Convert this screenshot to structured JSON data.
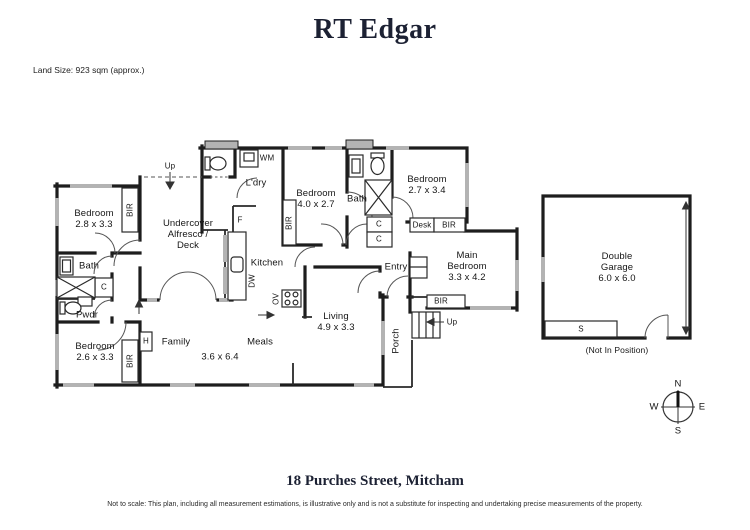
{
  "header": {
    "brand": "RT Edgar",
    "land_size": "Land Size: 923 sqm (approx.)"
  },
  "plan": {
    "rooms": {
      "bedroom_nw": {
        "name": "Bedroom",
        "dims": "2.8 x 3.3"
      },
      "alfresco": {
        "l1": "Undercover",
        "l2": "Alfresco /",
        "l3": "Deck"
      },
      "laundry": "L'dry",
      "bedroom_n": {
        "name": "Bedroom",
        "dims": "4.0 x 2.7"
      },
      "bath_mid": "Bath",
      "bedroom_ne": {
        "name": "Bedroom",
        "dims": "2.7 x 3.4"
      },
      "main_bedroom": {
        "l1": "Main",
        "l2": "Bedroom",
        "dims": "3.3 x 4.2"
      },
      "entry": "Entry",
      "kitchen": "Kitchen",
      "living": {
        "name": "Living",
        "dims": "4.9 x 3.3"
      },
      "meals": "Meals",
      "family": {
        "name": "Family",
        "dims": "3.6 x 6.4"
      },
      "porch": "Porch",
      "bath_w": "Bath",
      "pwdr": "Pwdr",
      "bedroom_sw": {
        "name": "Bedroom",
        "dims": "2.6 x 3.3"
      },
      "garage": {
        "l1": "Double",
        "l2": "Garage",
        "dims": "6.0 x 6.0",
        "note": "(Not In Position)"
      }
    },
    "fixtures": {
      "bir": "BIR",
      "wm": "WM",
      "desk": "Desk",
      "dw": "DW",
      "ov": "OV",
      "f": "F",
      "h": "H",
      "c": "C",
      "s": "S",
      "up": "Up"
    },
    "compass": {
      "n": "N",
      "e": "E",
      "s": "S",
      "w": "W"
    },
    "colors": {
      "wall": "#1d1d1d",
      "window": "#b3b3b3",
      "door_arc": "#555555",
      "brand": "#1c2133"
    }
  },
  "footer": {
    "address": "18 Purches Street, Mitcham",
    "disclaimer": "Not to scale: This plan, including all measurement estimations, is illustrative only and is not a substitute for inspecting and undertaking precise measurements of the property."
  }
}
